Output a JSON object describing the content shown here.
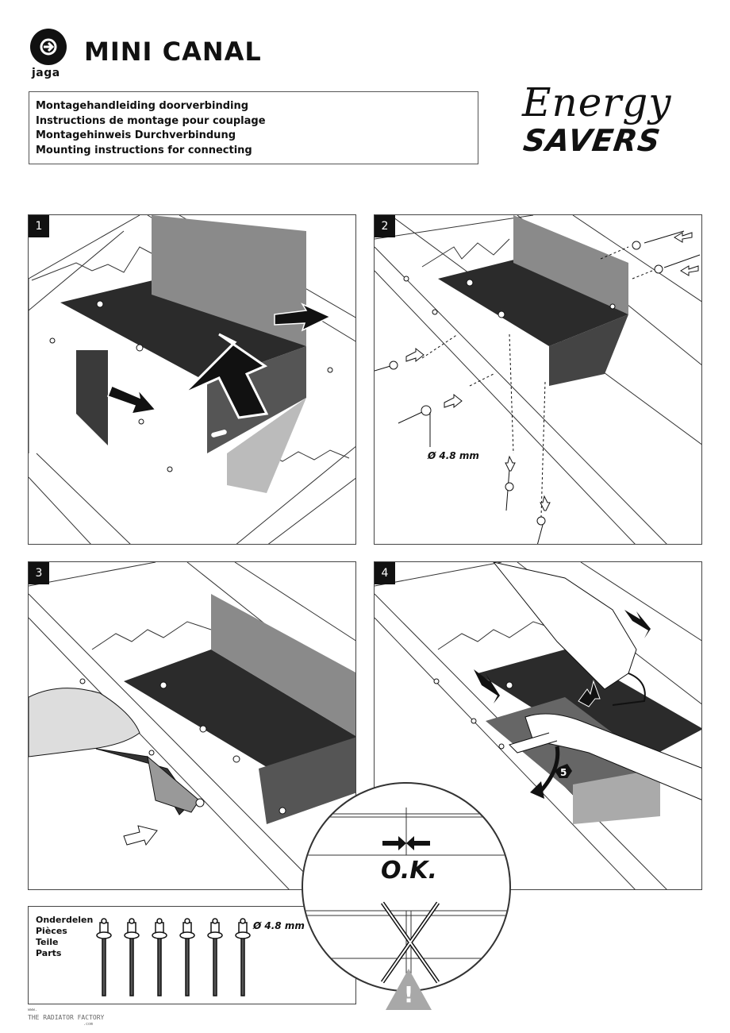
{
  "brand": {
    "logo_text": "jaga"
  },
  "product_title": "MINI CANAL",
  "title_box": {
    "lines": [
      "Montagehandleiding doorverbinding",
      "Instructions de montage pour couplage",
      "Montagehinweis Durchverbindung",
      "Mounting instructions for connecting"
    ]
  },
  "energy_savers": {
    "script_text": "Energy",
    "bold_text": "SAVERS"
  },
  "steps": [
    {
      "number": "1"
    },
    {
      "number": "2",
      "diameter_label": "Ø 4.8 mm"
    },
    {
      "number": "3"
    },
    {
      "number": "4",
      "rotation_label": "5"
    }
  ],
  "parts": {
    "labels": [
      "Onderdelen",
      "Pièces",
      "Teile",
      "Parts"
    ],
    "diameter_label": "Ø 4.8 mm",
    "rivet_count": 6
  },
  "detail": {
    "ok_label": "O.K."
  },
  "warning": {
    "symbol": "!"
  },
  "footer": {
    "small": "www.",
    "main": "THE RADIATOR FACTORY",
    "suffix": ".com"
  },
  "colors": {
    "metal_dark": "#2b2b2b",
    "metal_light": "#9a9a9a",
    "line": "#333333",
    "warning_gray": "#a8a8a8"
  }
}
